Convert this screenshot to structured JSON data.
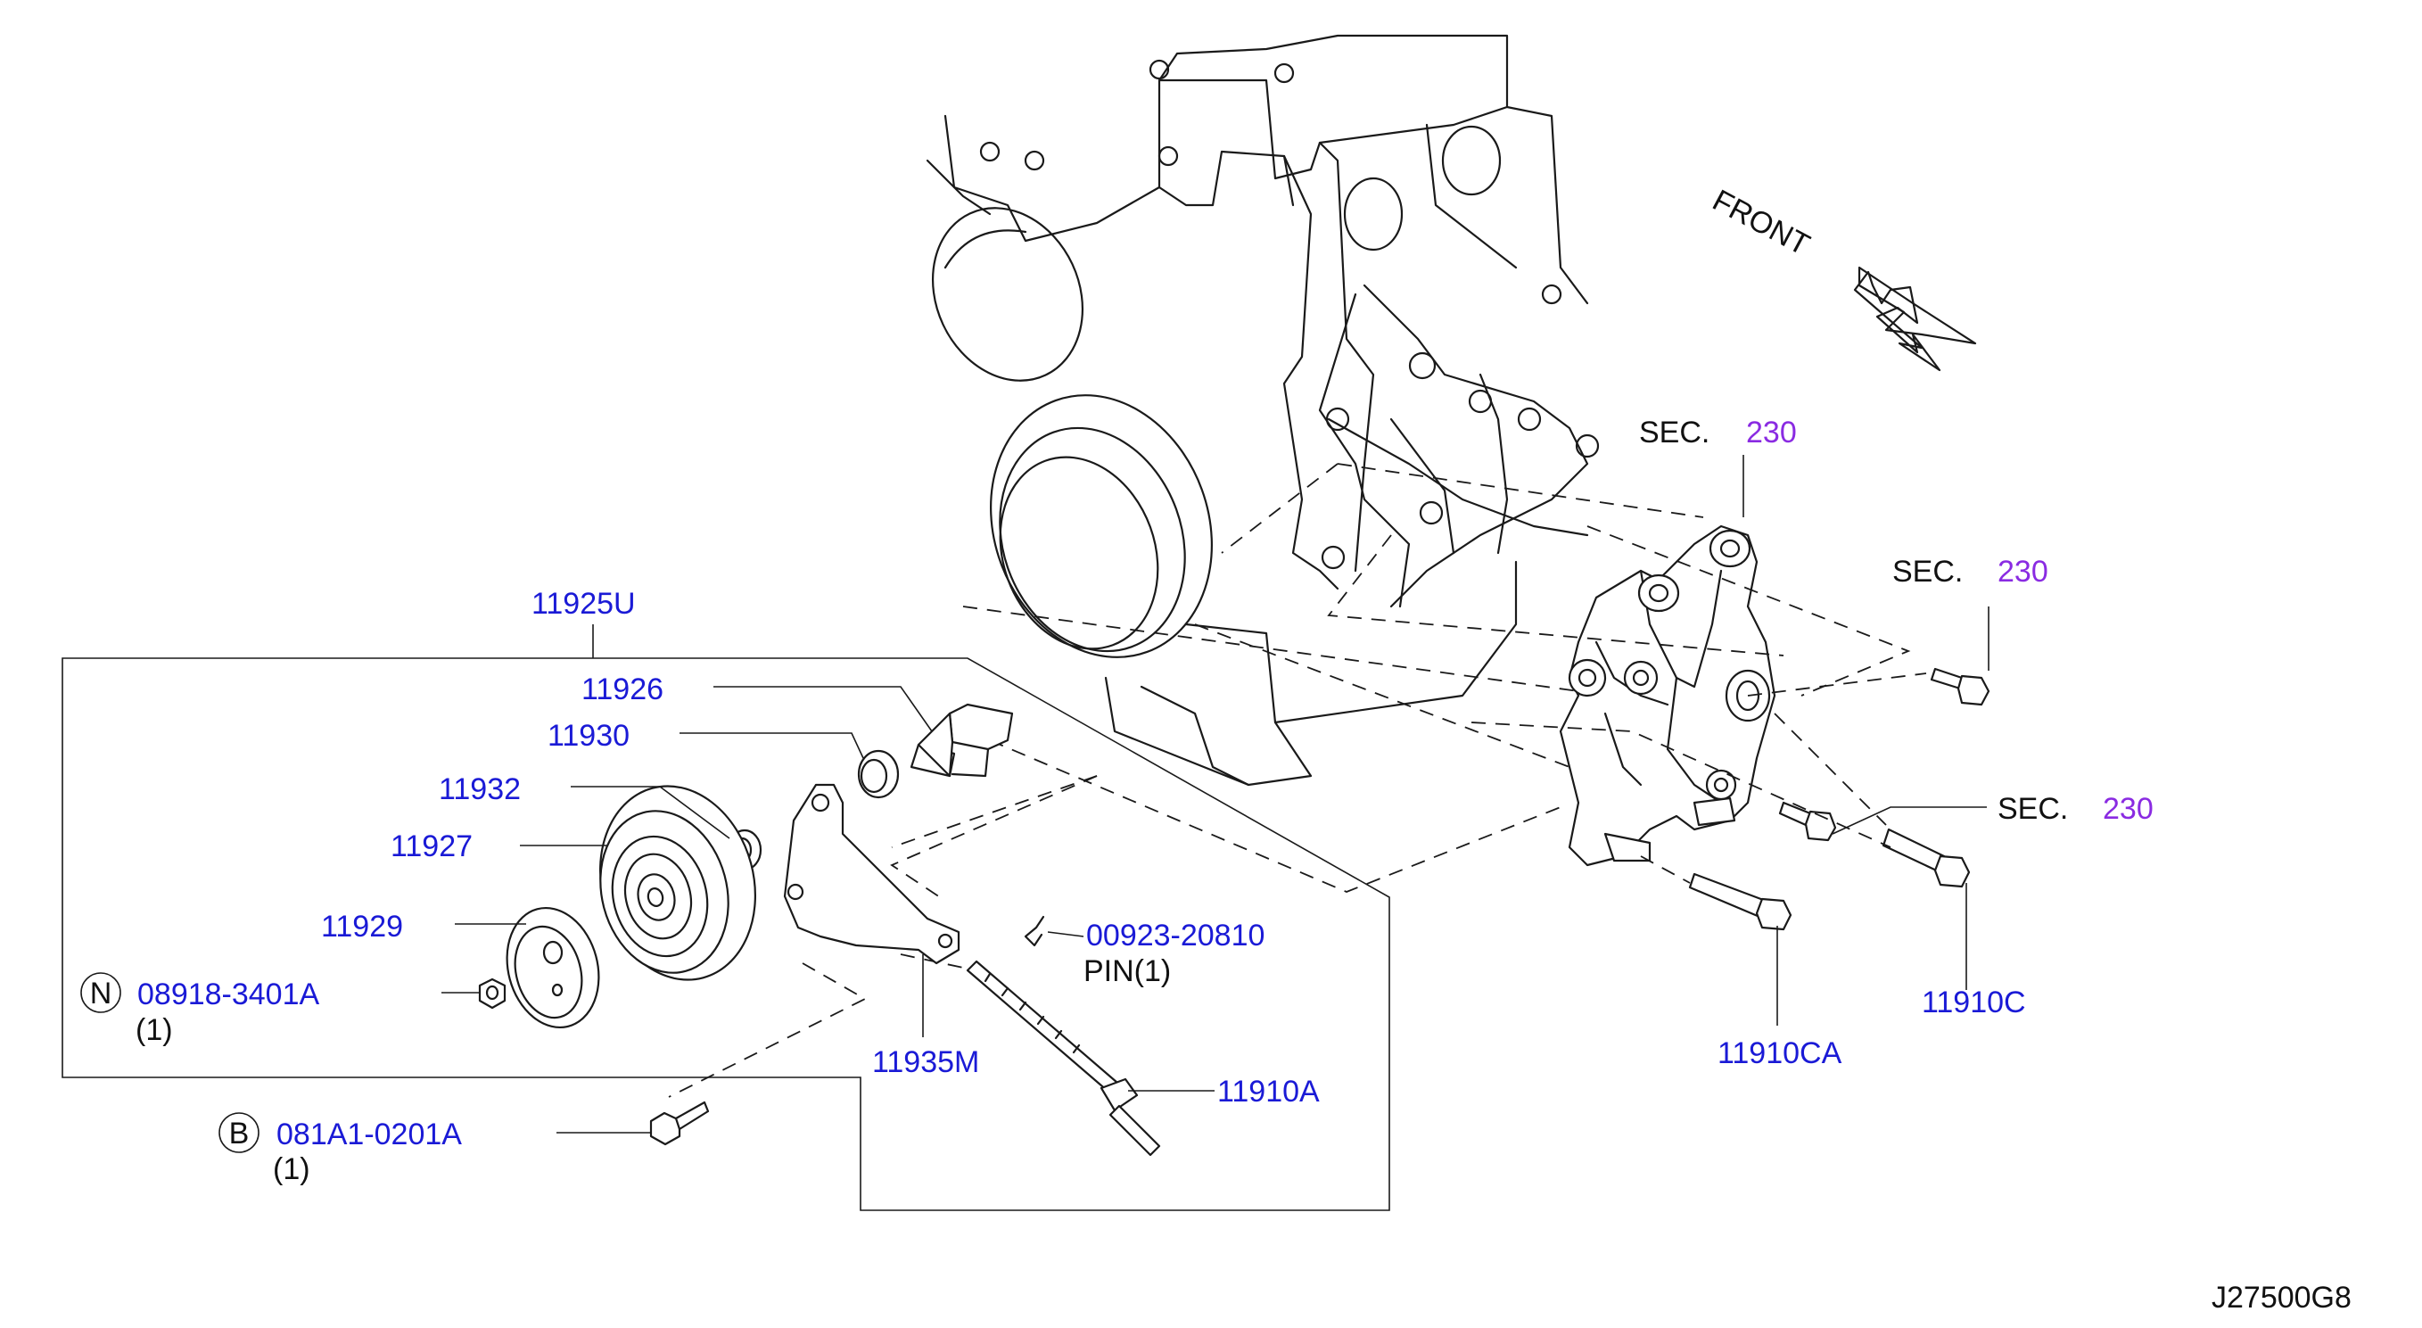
{
  "diagram_id": "J27500G8",
  "front_label": "FRONT",
  "sec": {
    "prefix": "SEC.",
    "number": "230"
  },
  "callouts": {
    "assy": "11925U",
    "p11926": "11926",
    "p11930": "11930",
    "p11932": "11932",
    "p11927": "11927",
    "p11929": "11929",
    "nut_code": "08918-3401A",
    "nut_marker": "N",
    "nut_qty": "(1)",
    "pin_code": "00923-20810",
    "pin_label": "PIN(1)",
    "p11935m": "11935M",
    "p11910a": "11910A",
    "bolt_marker": "B",
    "bolt_code": "081A1-0201A",
    "bolt_qty": "(1)",
    "p11910ca": "11910CA",
    "p11910c": "11910C"
  },
  "colors": {
    "part_number": "#1a1ad6",
    "section_ref": "#8a2be2",
    "text": "#111111"
  }
}
